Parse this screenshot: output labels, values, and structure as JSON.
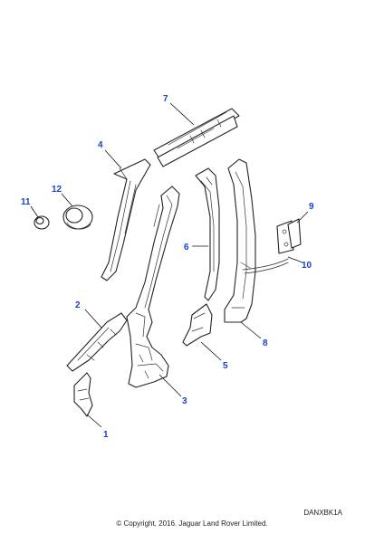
{
  "callouts": [
    {
      "id": "1",
      "label": "1",
      "part": "lower-bracket"
    },
    {
      "id": "2",
      "label": "2",
      "part": "sill-reinforcement"
    },
    {
      "id": "3",
      "label": "3",
      "part": "b-pillar-inner-panel"
    },
    {
      "id": "4",
      "label": "4",
      "part": "a-pillar-panel"
    },
    {
      "id": "5",
      "label": "5",
      "part": "pillar-lower-bracket"
    },
    {
      "id": "6",
      "label": "6",
      "part": "b-pillar-reinforcement"
    },
    {
      "id": "7",
      "label": "7",
      "part": "c-pillar-panel"
    },
    {
      "id": "8",
      "label": "8",
      "part": "roof-rail-reinforcement"
    },
    {
      "id": "9",
      "label": "9",
      "part": "hinge-plate"
    },
    {
      "id": "10",
      "label": "10",
      "part": "wiring-harness"
    },
    {
      "id": "11",
      "label": "11",
      "part": "grommet-small"
    },
    {
      "id": "12",
      "label": "12",
      "part": "grommet-large"
    }
  ],
  "footer": {
    "ref_code": "DANXBK1A",
    "copyright": "© Copyright, 2016. Jaguar Land Rover Limited."
  },
  "colors": {
    "callout": "#1a3fd6",
    "line": "#222222",
    "background": "#ffffff"
  }
}
